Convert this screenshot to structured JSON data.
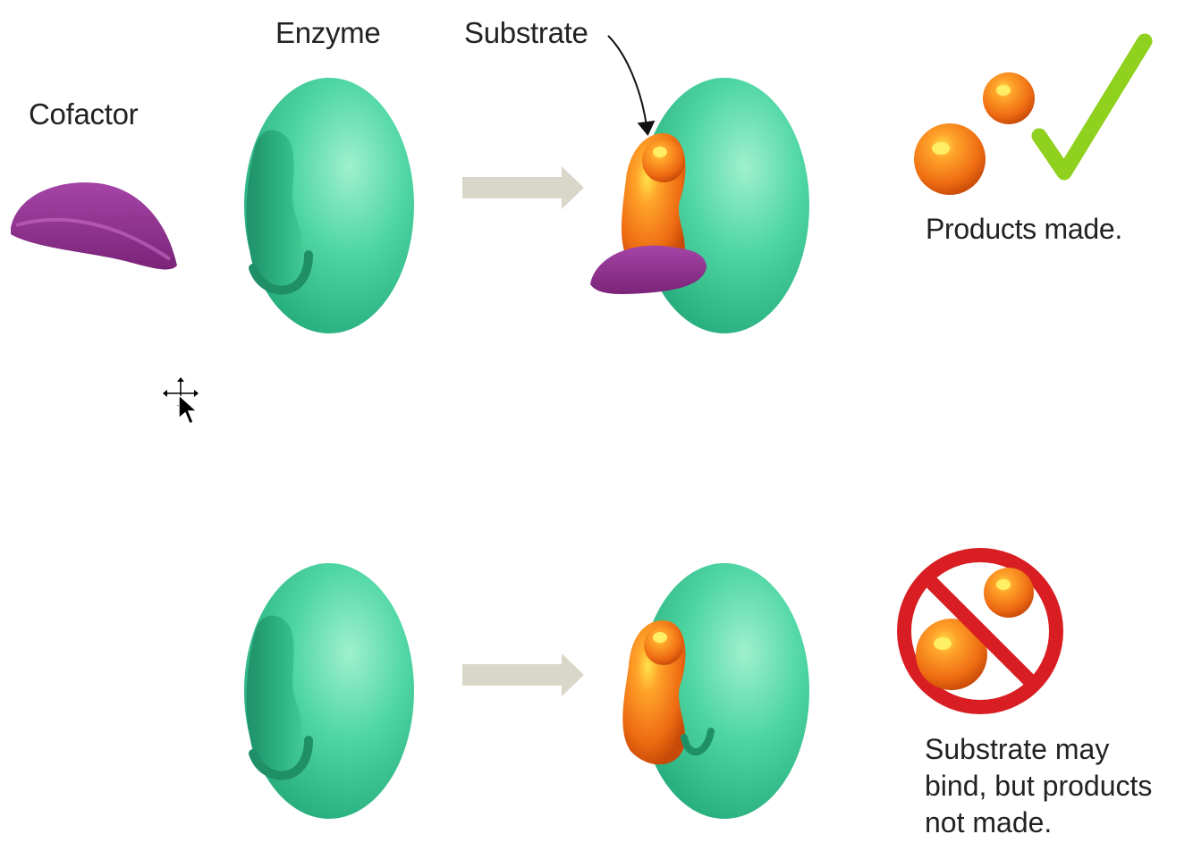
{
  "labels": {
    "cofactor": "Cofactor",
    "enzyme": "Enzyme",
    "substrate": "Substrate"
  },
  "outcomes": {
    "success": "Products made.",
    "failure_line1": "Substrate may",
    "failure_line2": "bind, but products",
    "failure_line3": "not made."
  },
  "icons": {
    "check": "checkmark-icon",
    "prohibited": "prohibited-icon",
    "cursor": "move-cursor-icon"
  },
  "colors": {
    "enzyme": "#3fcf9a",
    "cofactor": "#8e2f8f",
    "substrate": "#f07a1a",
    "arrow": "#d9d7c9",
    "check": "#8fd11e",
    "prohibited": "#d81e22"
  }
}
